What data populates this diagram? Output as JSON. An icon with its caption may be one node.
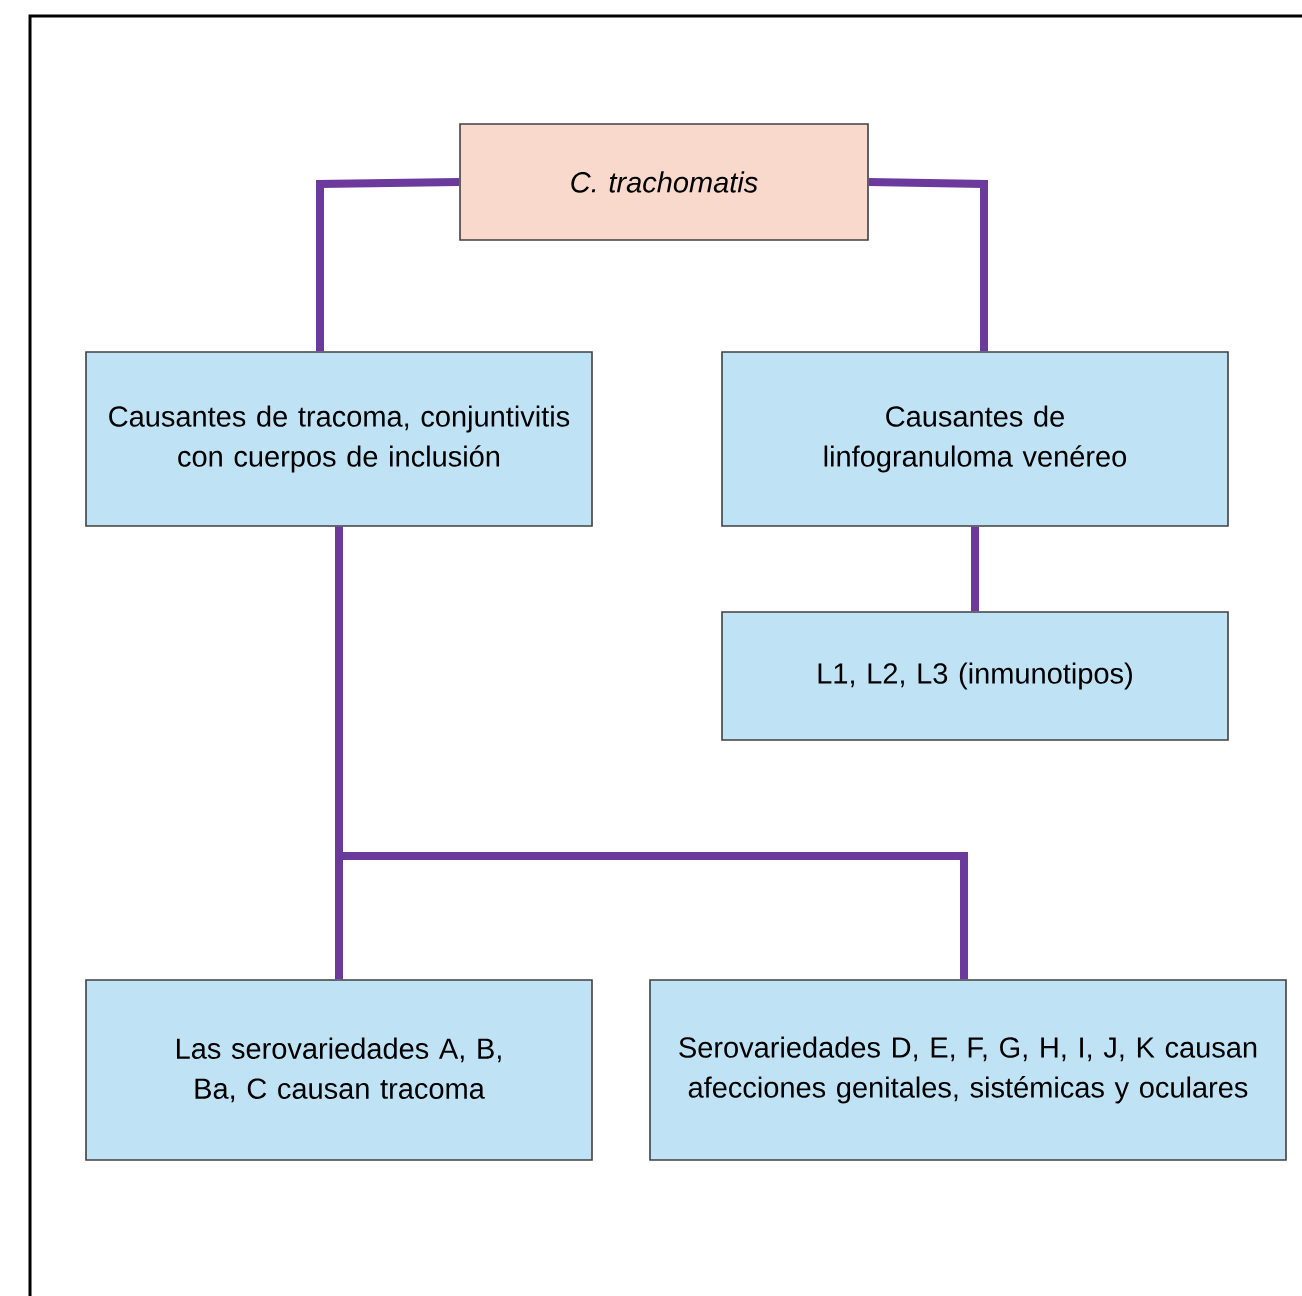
{
  "diagram": {
    "nodes": [
      {
        "text": [
          "C. trachomatis"
        ]
      },
      {
        "text": [
          "Causantes de tracoma, conjuntivitis con cuerpos de inclusión"
        ]
      },
      {
        "text": [
          "Causantes de linfogranuloma venéreo"
        ]
      },
      {
        "text": [
          "L1, L2, L3 (inmunotipos)"
        ]
      },
      {
        "text": [
          "Las serovariedades A, B, Ba, C causan tracoma"
        ]
      },
      {
        "text": [
          "Serovariedades D, E, F, G, H, I, J, K causan afecciones genitales, sistémicas y oculares"
        ]
      }
    ],
    "edges": [
      {
        "from": 0,
        "to": 1,
        "arrow": "none"
      },
      {
        "from": 0,
        "to": 2,
        "arrow": "none"
      },
      {
        "from": 2,
        "to": 3,
        "arrow": "none"
      },
      {
        "from": 1,
        "to": 4,
        "arrow": "none"
      },
      {
        "from": 1,
        "to": 5,
        "arrow": "none"
      }
    ]
  }
}
